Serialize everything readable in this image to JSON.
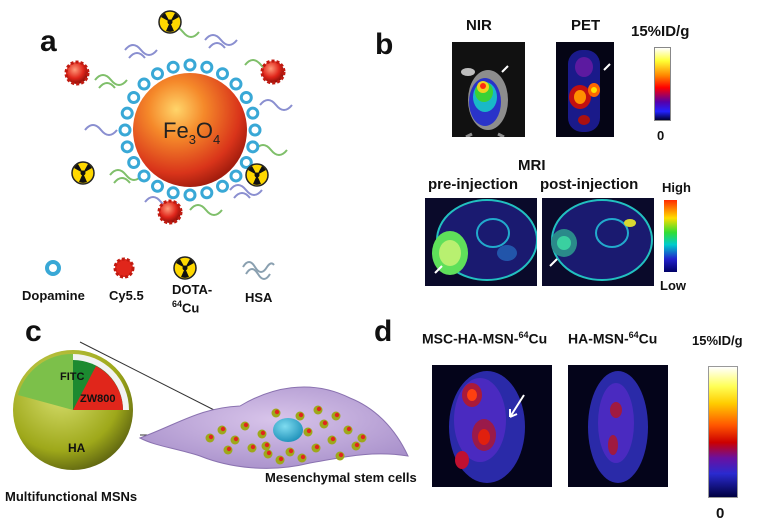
{
  "panels": {
    "a": "a",
    "b": "b",
    "c": "c",
    "d": "d"
  },
  "panel_a": {
    "core_main": "Fe",
    "core_sub1": "3",
    "core_mid": "O",
    "core_sub2": "4",
    "legend": [
      {
        "label": "Dopamine",
        "icon": "dopamine-icon"
      },
      {
        "label": "Cy5.5",
        "icon": "cy55-icon"
      },
      {
        "label_line1": "DOTA-",
        "label_sup": "64",
        "label_line2": "Cu",
        "icon": "radioactive-icon"
      },
      {
        "label": "HSA",
        "icon": "hsa-protein-icon"
      }
    ]
  },
  "panel_b": {
    "nir_label": "NIR",
    "pet_label": "PET",
    "pet_scale_max": "15%ID/g",
    "pet_scale_min": "0",
    "mri_label": "MRI",
    "pre_label": "pre-injection",
    "post_label": "post-injection",
    "mri_scale_max": "High",
    "mri_scale_min": "Low"
  },
  "panel_c": {
    "fitc": "FITC",
    "zw800": "ZW800",
    "ha": "HA",
    "msn_caption": "Multifunctional MSNs",
    "cell_caption": "Mesenchymal stem cells"
  },
  "panel_d": {
    "left_title_pre": "MSC-HA-MSN-",
    "left_title_sup": "64",
    "left_title_post": "Cu",
    "right_title_pre": "HA-MSN-",
    "right_title_sup": "64",
    "right_title_post": "Cu",
    "scale_max": "15%ID/g",
    "scale_min": "0"
  },
  "colors": {
    "heat_scale": [
      "#ffffff",
      "#ffff33",
      "#ff8800",
      "#ff0000",
      "#aa0000",
      "#5500aa",
      "#2222ff",
      "#000033"
    ],
    "mri_scale": [
      "#ff2a00",
      "#ffdd00",
      "#33dd33",
      "#00cccc",
      "#2222cc",
      "#000066"
    ],
    "dopamine": "#39a8d6",
    "cy55": "#e0261b",
    "core": "#e8541a"
  }
}
